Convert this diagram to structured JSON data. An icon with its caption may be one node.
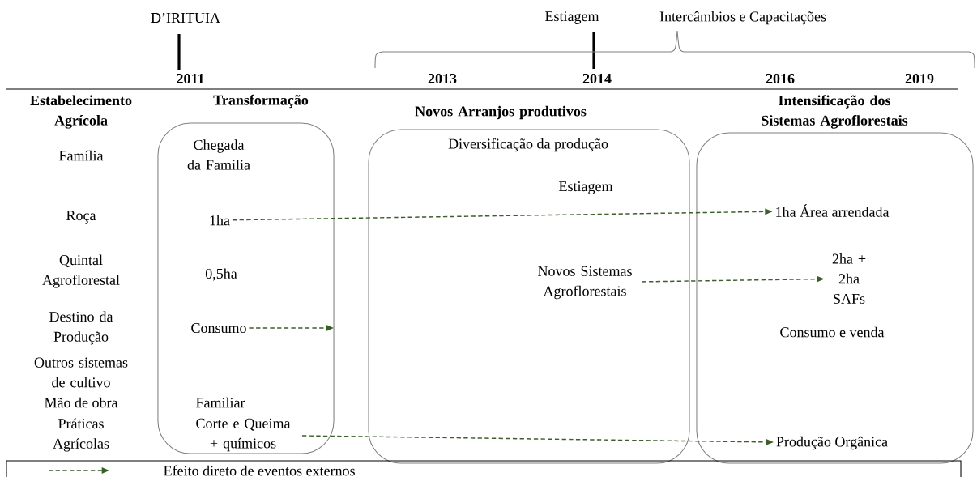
{
  "diagram": {
    "nodes": [
      {
        "text": [
          "Transformação"
        ]
      },
      {
        "text": [
          "Chegada da Família"
        ],
        "in": 0
      },
      {
        "text": [
          "1ha"
        ],
        "in": 0
      },
      {
        "text": [
          "0,5ha"
        ],
        "in": 0
      },
      {
        "text": [
          "Consumo"
        ],
        "in": 0
      },
      {
        "text": [
          "Familiar"
        ],
        "in": 0
      },
      {
        "text": [
          "Corte e Queima + químicos"
        ],
        "in": 0
      },
      {
        "text": [
          "Novos Arranjos produtivos"
        ]
      },
      {
        "text": [
          "Diversificação da produção"
        ],
        "in": 7
      },
      {
        "text": [
          "Estiagem"
        ],
        "in": 7
      },
      {
        "text": [
          "Novos Sistemas Agroflorestais"
        ],
        "in": 7
      },
      {
        "text": [
          "Intensificação dos Sistemas Agroflorestais"
        ]
      },
      {
        "text": [
          "1ha Área arrendada"
        ],
        "in": 11
      },
      {
        "text": [
          "2ha + 2ha SAFs"
        ],
        "in": 11
      },
      {
        "text": [
          "Consumo e venda"
        ],
        "in": 11
      },
      {
        "text": [
          "Produção Orgânica"
        ],
        "in": 11
      }
    ],
    "edges": [
      {
        "from": 2,
        "to": 12,
        "arrow": "to",
        "style": "dashed"
      },
      {
        "from": 10,
        "to": 13,
        "arrow": "to",
        "style": "dashed"
      },
      {
        "from": 4,
        "to": null,
        "arrow": "to",
        "style": "dashed"
      },
      {
        "from": 6,
        "to": 15,
        "arrow": "to",
        "style": "dashed"
      }
    ],
    "labels": [
      "D’IRITUIA",
      "Estiagem",
      "Intercâmbios e Capacitações",
      "2011",
      "2013",
      "2014",
      "2016",
      "2019",
      "Estabelecimento Agrícola",
      "Família",
      "Roça",
      "Quintal Agroflorestal",
      "Destino da Produção",
      "Outros sistemas de cultivo",
      "Mão de obra",
      "Práticas Agrícolas"
    ],
    "legend": [
      {
        "text": "Efeito direto de eventos externos"
      }
    ]
  }
}
